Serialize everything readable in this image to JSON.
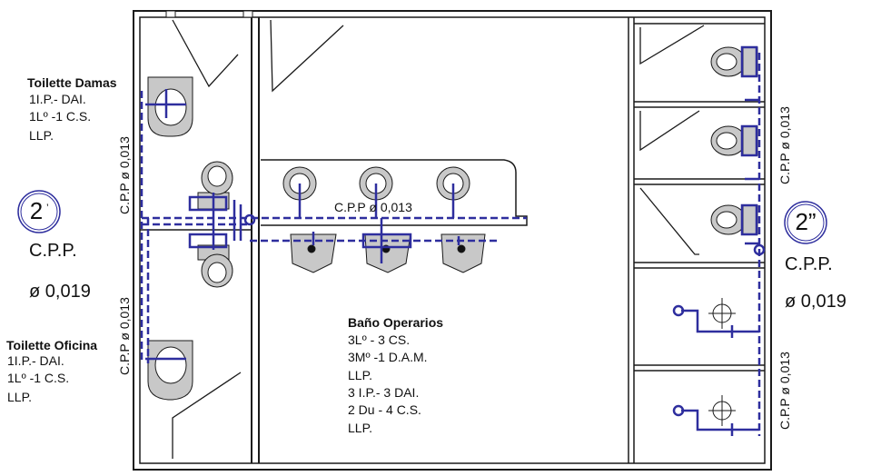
{
  "labels": {
    "toilette_damas": {
      "title": "Toilette Damas",
      "lines": [
        "1I.P.- DAI.",
        "1Lº -1 C.S.",
        "LLP."
      ]
    },
    "toilette_oficina": {
      "title": "Toilette Oficina",
      "lines": [
        "1I.P.- DAI.",
        "1Lº -1 C.S.",
        "LLP."
      ]
    },
    "bano_operarios": {
      "title": "Baño Operarios",
      "lines": [
        "3Lº - 3 CS.",
        "3Mº -1 D.A.M.",
        "LLP.",
        "3 I.P.- 3 DAI.",
        "2 Du - 4 C.S.",
        "LLP."
      ]
    },
    "left_riser": {
      "number": "2",
      "mark": "’",
      "line1": "C.P.P.",
      "line2": "ø 0,019"
    },
    "right_riser": {
      "number": "2”",
      "line1": "C.P.P.",
      "line2": "ø 0,019"
    },
    "pipe_horizontal": "C.P.P ø 0,013",
    "pipe_vertical_left_top": "C.P.P ø 0,013",
    "pipe_vertical_left_bottom": "C.P.P ø 0,013",
    "pipe_vertical_right_top": "C.P.P ø 0,013",
    "pipe_vertical_right_bottom": "C.P.P ø 0,013"
  },
  "colors": {
    "wall": "#1a1a1a",
    "pipe": "#2e2e9e",
    "fixture_gray": "#c8c8c8"
  }
}
